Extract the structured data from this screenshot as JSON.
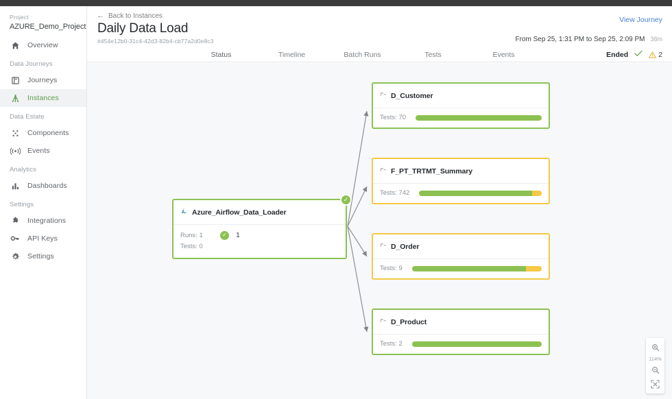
{
  "topbar": {
    "name": "dark-top-bar"
  },
  "sidebar": {
    "project_label": "Project",
    "project_name": "AZURE_Demo_Project",
    "groups": [
      {
        "title": "",
        "items": [
          {
            "label": "Overview",
            "icon": "home-icon",
            "active": false
          }
        ]
      },
      {
        "title": "Data Journeys",
        "items": [
          {
            "label": "Journeys",
            "icon": "book-icon",
            "active": false
          },
          {
            "label": "Instances",
            "icon": "hierarchy-icon",
            "active": true
          }
        ]
      },
      {
        "title": "Data Estate",
        "items": [
          {
            "label": "Components",
            "icon": "components-icon",
            "active": false
          },
          {
            "label": "Events",
            "icon": "broadcast-icon",
            "active": false
          }
        ]
      },
      {
        "title": "Analytics",
        "items": [
          {
            "label": "Dashboards",
            "icon": "bar-chart-icon",
            "active": false
          }
        ]
      },
      {
        "title": "Settings",
        "items": [
          {
            "label": "Integrations",
            "icon": "puzzle-icon",
            "active": false
          },
          {
            "label": "API Keys",
            "icon": "key-icon",
            "active": false
          },
          {
            "label": "Settings",
            "icon": "gear-icon",
            "active": false
          }
        ]
      }
    ]
  },
  "header": {
    "back_label": "Back to Instances",
    "title": "Daily Data Load",
    "subtitle": "#454e12b0-31c4-42d3-82b4-cb77a2d0e8c3",
    "view_journey": "View Journey",
    "time_range": "From Sep 25, 1:31 PM to Sep 25, 2:09 PM",
    "duration": "38m",
    "status": "Ended",
    "warning_count": "2"
  },
  "tabs": [
    {
      "label": "Status",
      "active": true
    },
    {
      "label": "Timeline",
      "active": false
    },
    {
      "label": "Batch Runs",
      "active": false
    },
    {
      "label": "Tests",
      "active": false
    },
    {
      "label": "Events",
      "active": false
    }
  ],
  "graph": {
    "source": {
      "title": "Azure_Airflow_Data_Loader",
      "icon": "airflow-icon",
      "runs_label": "Runs: 1",
      "runs_badge_count": "1",
      "tests_label": "Tests: 0",
      "status_color": "#8cc152"
    },
    "targets": [
      {
        "title": "D_Customer",
        "icon": "dataset-icon",
        "tests_label": "Tests: 70",
        "pass_pct": 100,
        "border_color": "#8cc152"
      },
      {
        "title": "F_PT_TRTMT_Summary",
        "icon": "dataset-icon",
        "tests_label": "Tests: 742",
        "pass_pct": 92,
        "border_color": "#f5c846"
      },
      {
        "title": "D_Order",
        "icon": "dataset-icon",
        "tests_label": "Tests: 9",
        "pass_pct": 88,
        "border_color": "#f5c846"
      },
      {
        "title": "D_Product",
        "icon": "dataset-icon",
        "tests_label": "Tests: 2",
        "pass_pct": 100,
        "border_color": "#8cc152"
      }
    ]
  },
  "zoom_controls": {
    "zoom_in": "zoom-in-icon",
    "percent": "114%",
    "zoom_out": "zoom-out-icon",
    "fit": "fit-screen-icon"
  }
}
